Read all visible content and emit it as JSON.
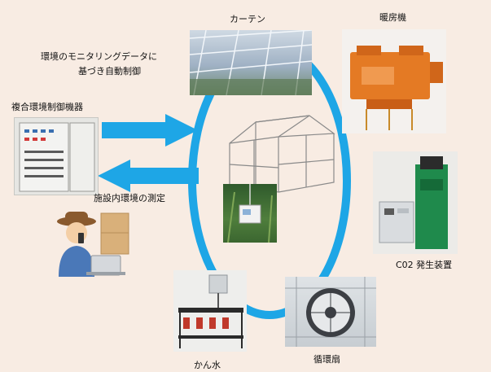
{
  "labels": {
    "curtain": "カーテン",
    "heater": "暖房機",
    "monitoring_line1": "環境のモニタリングデータに",
    "monitoring_line2": "基づき自動制御",
    "controller": "複合環境制御機器",
    "measurement": "施設内環境の測定",
    "co2": "C02 発生装置",
    "fan": "循環扇",
    "irrigation": "かん水"
  },
  "colors": {
    "background": "#f8ece3",
    "cycle_ring": "#1ea6e6",
    "arrow": "#1ea6e6"
  },
  "icons": [
    "greenhouse-frame-icon",
    "sensor-device-icon",
    "farmer-with-phone-icon"
  ]
}
